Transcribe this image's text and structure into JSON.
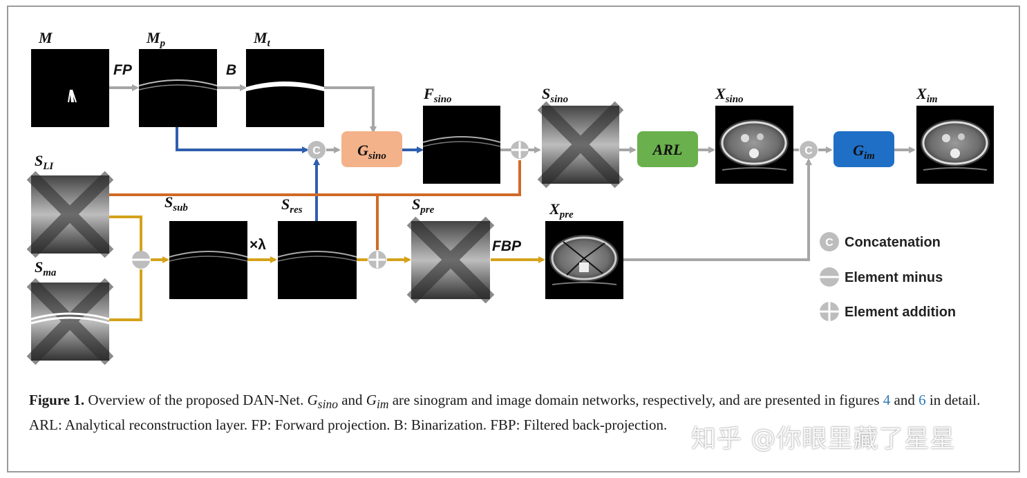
{
  "nodes": {
    "M": {
      "main": "M",
      "sub": ""
    },
    "Mp": {
      "main": "M",
      "sub": "p"
    },
    "Mt": {
      "main": "M",
      "sub": "t"
    },
    "Fsino": {
      "main": "F",
      "sub": "sino"
    },
    "Ssino": {
      "main": "S",
      "sub": "sino"
    },
    "Xsino": {
      "main": "X",
      "sub": "sino"
    },
    "Xim": {
      "main": "X",
      "sub": "im"
    },
    "SLI": {
      "main": "S",
      "sub": "LI"
    },
    "Ssub": {
      "main": "S",
      "sub": "sub"
    },
    "Sres": {
      "main": "S",
      "sub": "res"
    },
    "Spre": {
      "main": "S",
      "sub": "pre"
    },
    "Xpre": {
      "main": "X",
      "sub": "pre"
    },
    "Sma": {
      "main": "S",
      "sub": "ma"
    }
  },
  "blocks": {
    "gsino": {
      "main": "G",
      "sub": "sino",
      "color": "#f4b28a"
    },
    "arl": {
      "label": "ARL",
      "color": "#6ab04c"
    },
    "gim": {
      "main": "G",
      "sub": "im",
      "color": "#1f6fc7"
    }
  },
  "edge_labels": {
    "fp": "FP",
    "b": "B",
    "lambda": "×λ",
    "fbp": "FBP"
  },
  "colors": {
    "gray": "#a6a6a6",
    "blue": "#2f5eae",
    "orange": "#d06a26",
    "gold": "#d4a21a"
  },
  "legend": [
    {
      "symbol": "C",
      "text": "Concatenation"
    },
    {
      "symbol": "minus",
      "text": "Element minus"
    },
    {
      "symbol": "plus",
      "text": "Element addition"
    }
  ],
  "caption": {
    "figure": "Figure 1.",
    "p1": " Overview of the proposed DAN-Net. ",
    "g1": "G",
    "g1sub": "sino",
    "p2": " and ",
    "g2": "G",
    "g2sub": "im",
    "p3": " are sinogram and image domain networks, respectively, and are presented in figures ",
    "ref1": "4",
    "p4": " and ",
    "ref2": "6",
    "p5": " in detail.  ARL: Analytical reconstruction layer. FP: Forward projection. B: Binarization. FBP: Filtered back-projection."
  },
  "watermark": "知乎 @你眼里藏了星星"
}
